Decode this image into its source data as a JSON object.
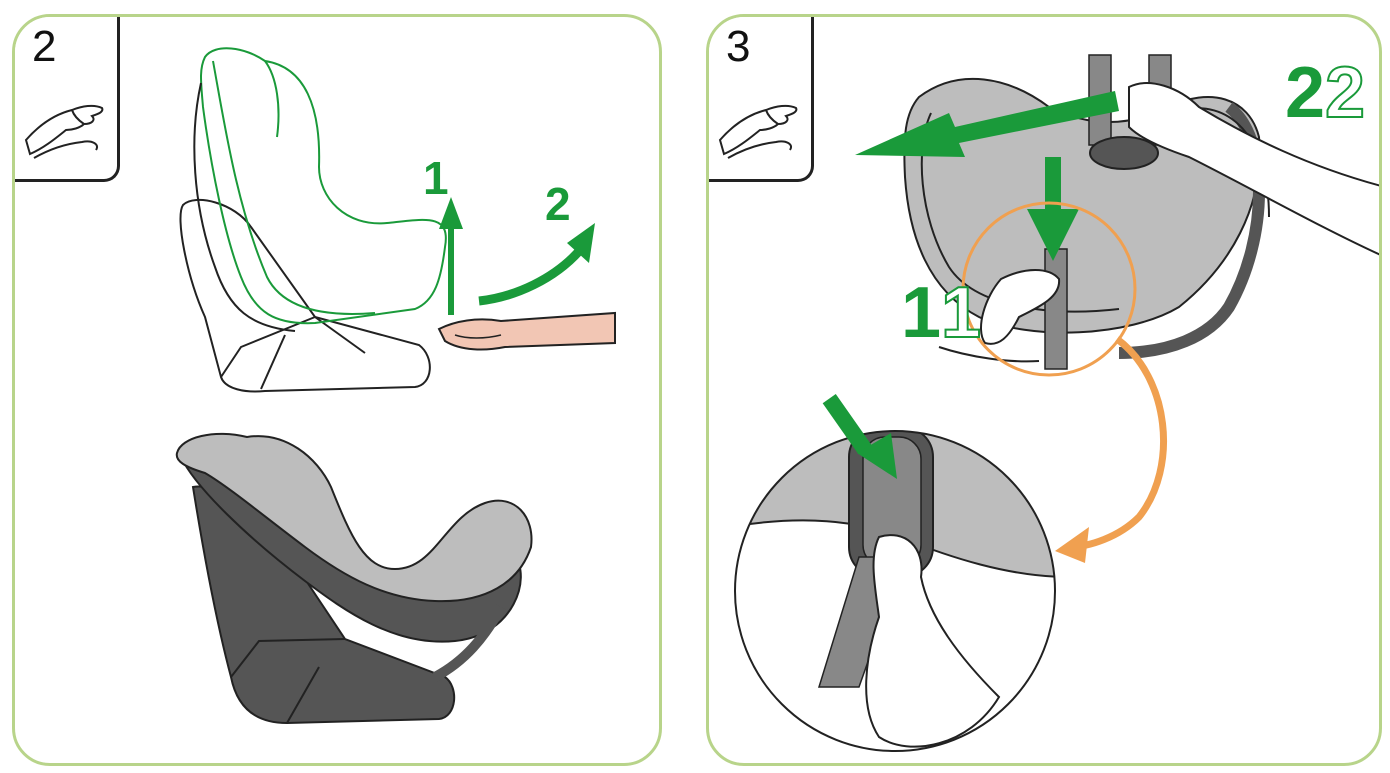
{
  "panels": [
    {
      "step": "2",
      "labels": {
        "arrow_up": "1",
        "arrow_out": "2"
      }
    },
    {
      "step": "3",
      "labels": {
        "one_solid": "1",
        "one_outline": "1",
        "two_solid": "2",
        "two_outline": "2"
      }
    }
  ],
  "colors": {
    "green": "#1a9a3a",
    "orange": "#f0a050",
    "frame": "#b8d48a",
    "seat_light": "#bdbdbd",
    "seat_dark": "#555555",
    "skin": "#f2c6b4"
  },
  "icons": [
    "hand-icon",
    "hand-icon"
  ]
}
